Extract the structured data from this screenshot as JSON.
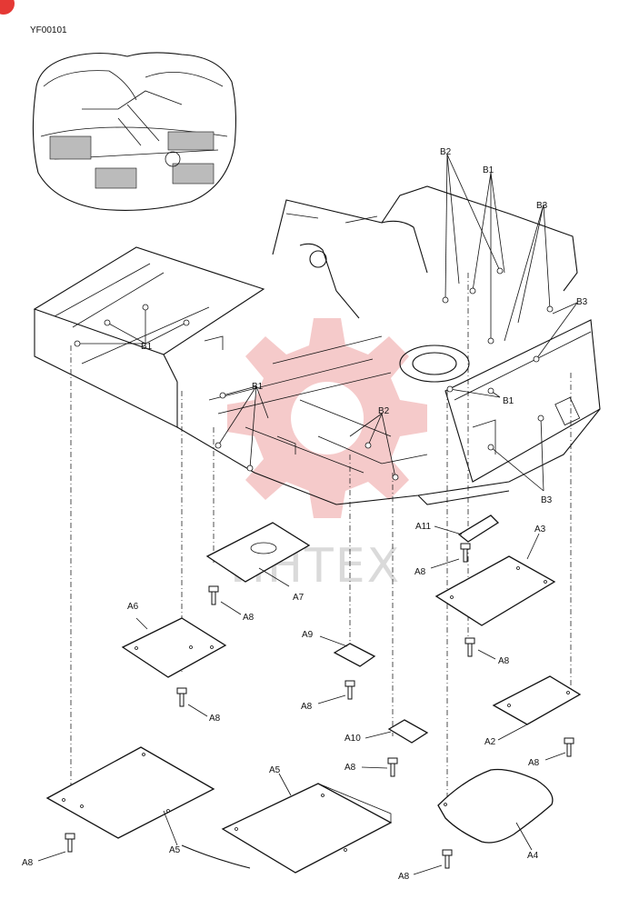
{
  "figure_code": "YF00101",
  "watermark": "ИНТЕХ",
  "labels": {
    "B1": "B1",
    "B2": "B2",
    "B3": "B3",
    "A2": "A2",
    "A3": "A3",
    "A4": "A4",
    "A5": "A5",
    "A6": "A6",
    "A7": "A7",
    "A8": "A8",
    "A9": "A9",
    "A10": "A10",
    "A11": "A11"
  },
  "colors": {
    "line": "#111111",
    "watermark_gear": "#f2b8b8",
    "badge": "#e53935",
    "watermark_text": "#bdbdbd"
  }
}
